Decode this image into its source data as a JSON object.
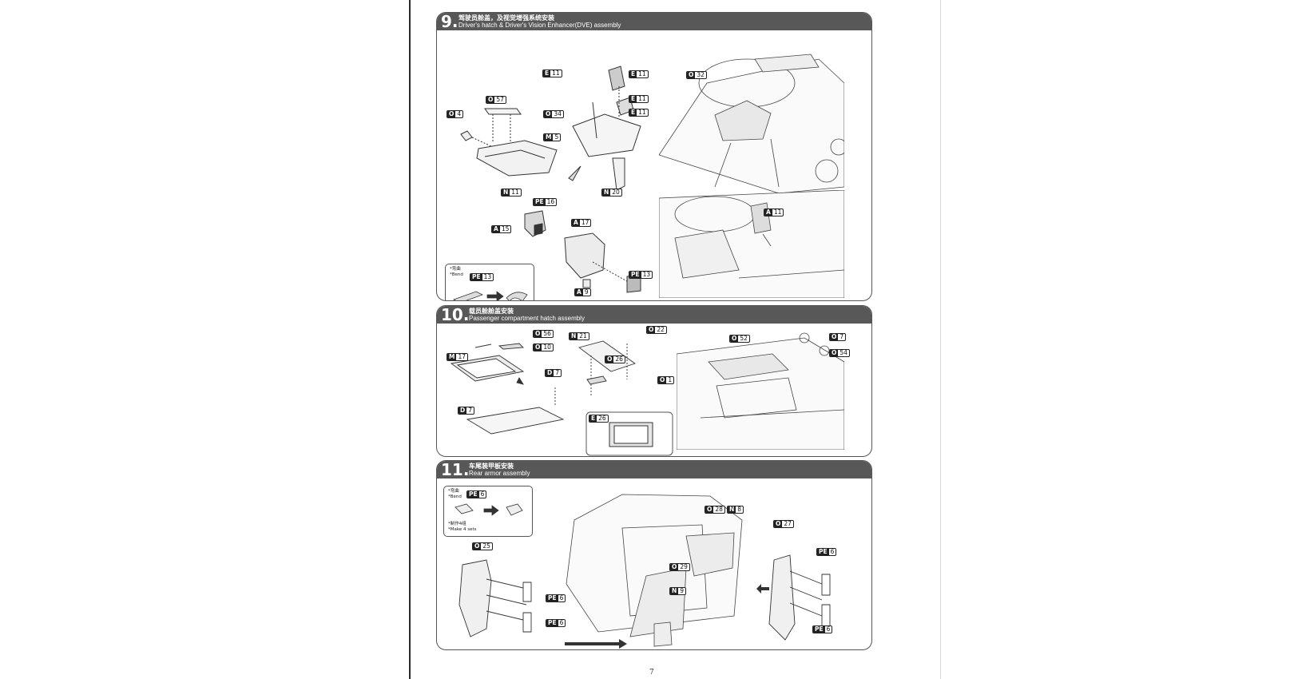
{
  "page": {
    "number": "7"
  },
  "steps": [
    {
      "number": "9.",
      "title_cn": "驾驶员舱盖，及视觉增强系统安装",
      "title_en": "Driver's hatch & Driver's Vision Enhancer(DVE) assembly",
      "labels": [
        {
          "code": "O57"
        },
        {
          "code": "O4"
        },
        {
          "code": "N11"
        },
        {
          "code": "PE16"
        },
        {
          "code": "E11"
        },
        {
          "code": "E11"
        },
        {
          "code": "E11"
        },
        {
          "code": "E11"
        },
        {
          "code": "O34"
        },
        {
          "code": "M5"
        },
        {
          "code": "N20"
        },
        {
          "code": "O32"
        },
        {
          "code": "A15"
        },
        {
          "code": "A17"
        },
        {
          "code": "A11"
        },
        {
          "code": "PE13"
        },
        {
          "code": "A9"
        }
      ],
      "note": {
        "cn": "*弯曲",
        "en": "*Bend",
        "part": "PE13"
      }
    },
    {
      "number": "10.",
      "title_cn": "载员舱舱盖安装",
      "title_en": "Passenger compartment hatch assembly",
      "labels": [
        {
          "code": "O56"
        },
        {
          "code": "O10"
        },
        {
          "code": "M17"
        },
        {
          "code": "D7"
        },
        {
          "code": "D7"
        },
        {
          "code": "N21"
        },
        {
          "code": "O22"
        },
        {
          "code": "O26"
        },
        {
          "code": "O52"
        },
        {
          "code": "O7"
        },
        {
          "code": "O54"
        },
        {
          "code": "O1"
        },
        {
          "code": "E26"
        }
      ]
    },
    {
      "number": "11.",
      "title_cn": "车尾装甲板安装",
      "title_en": "Rear armor assembly",
      "labels": [
        {
          "code": "O25"
        },
        {
          "code": "PE6"
        },
        {
          "code": "PE6"
        },
        {
          "code": "O28"
        },
        {
          "code": "N8"
        },
        {
          "code": "O29"
        },
        {
          "code": "N9"
        },
        {
          "code": "O27"
        },
        {
          "code": "PE6"
        },
        {
          "code": "PE6"
        }
      ],
      "note": {
        "cn": "*弯曲",
        "en": "*Bend",
        "part": "PE6",
        "cn2": "*制作4组",
        "en2": "*Make 4 sets"
      }
    }
  ]
}
